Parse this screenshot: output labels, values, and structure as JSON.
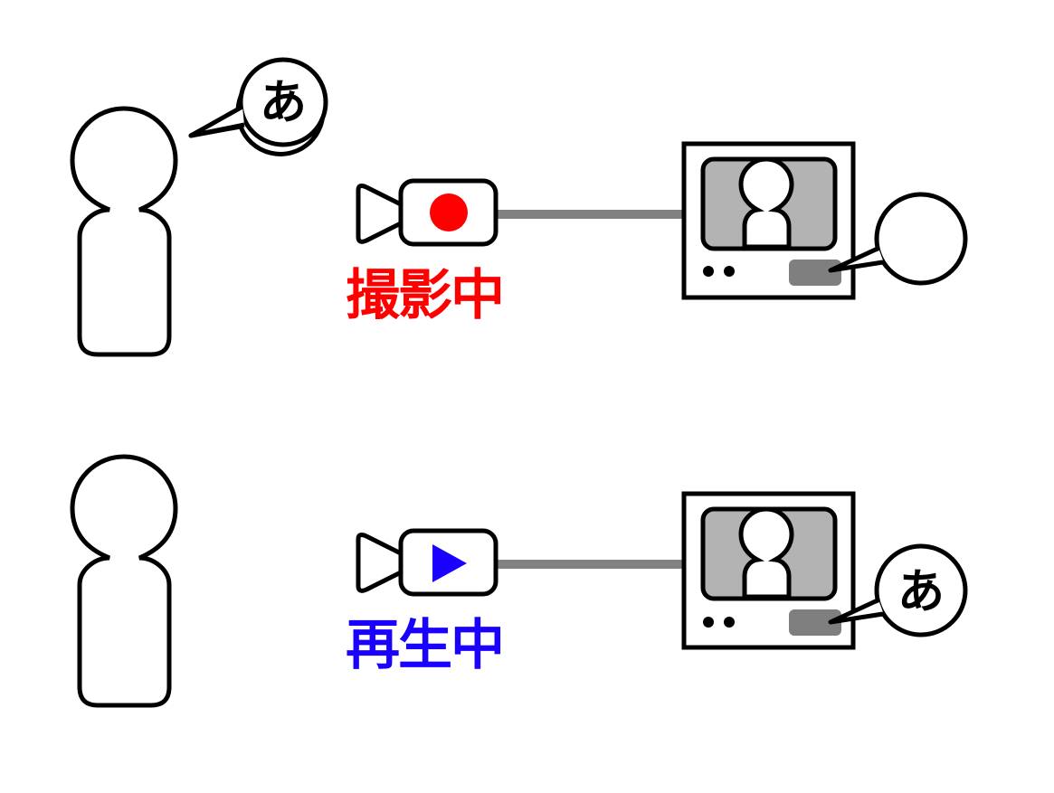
{
  "colors": {
    "outline": "#000000",
    "fill": "#ffffff",
    "screen": "#b3b3b3",
    "speaker": "#7f7f7f",
    "cable": "#808282",
    "recording": "#ff0000",
    "playback": "#1a00ff"
  },
  "rows": [
    {
      "id": "recording",
      "status_label": "撮影中",
      "status_color": "#ff0000",
      "camera_indicator_icon": "record-dot-icon",
      "person_speech": "あ",
      "tv_speech": ""
    },
    {
      "id": "playback",
      "status_label": "再生中",
      "status_color": "#1a00ff",
      "camera_indicator_icon": "play-triangle-icon",
      "person_speech": "",
      "tv_speech": "あ"
    }
  ]
}
